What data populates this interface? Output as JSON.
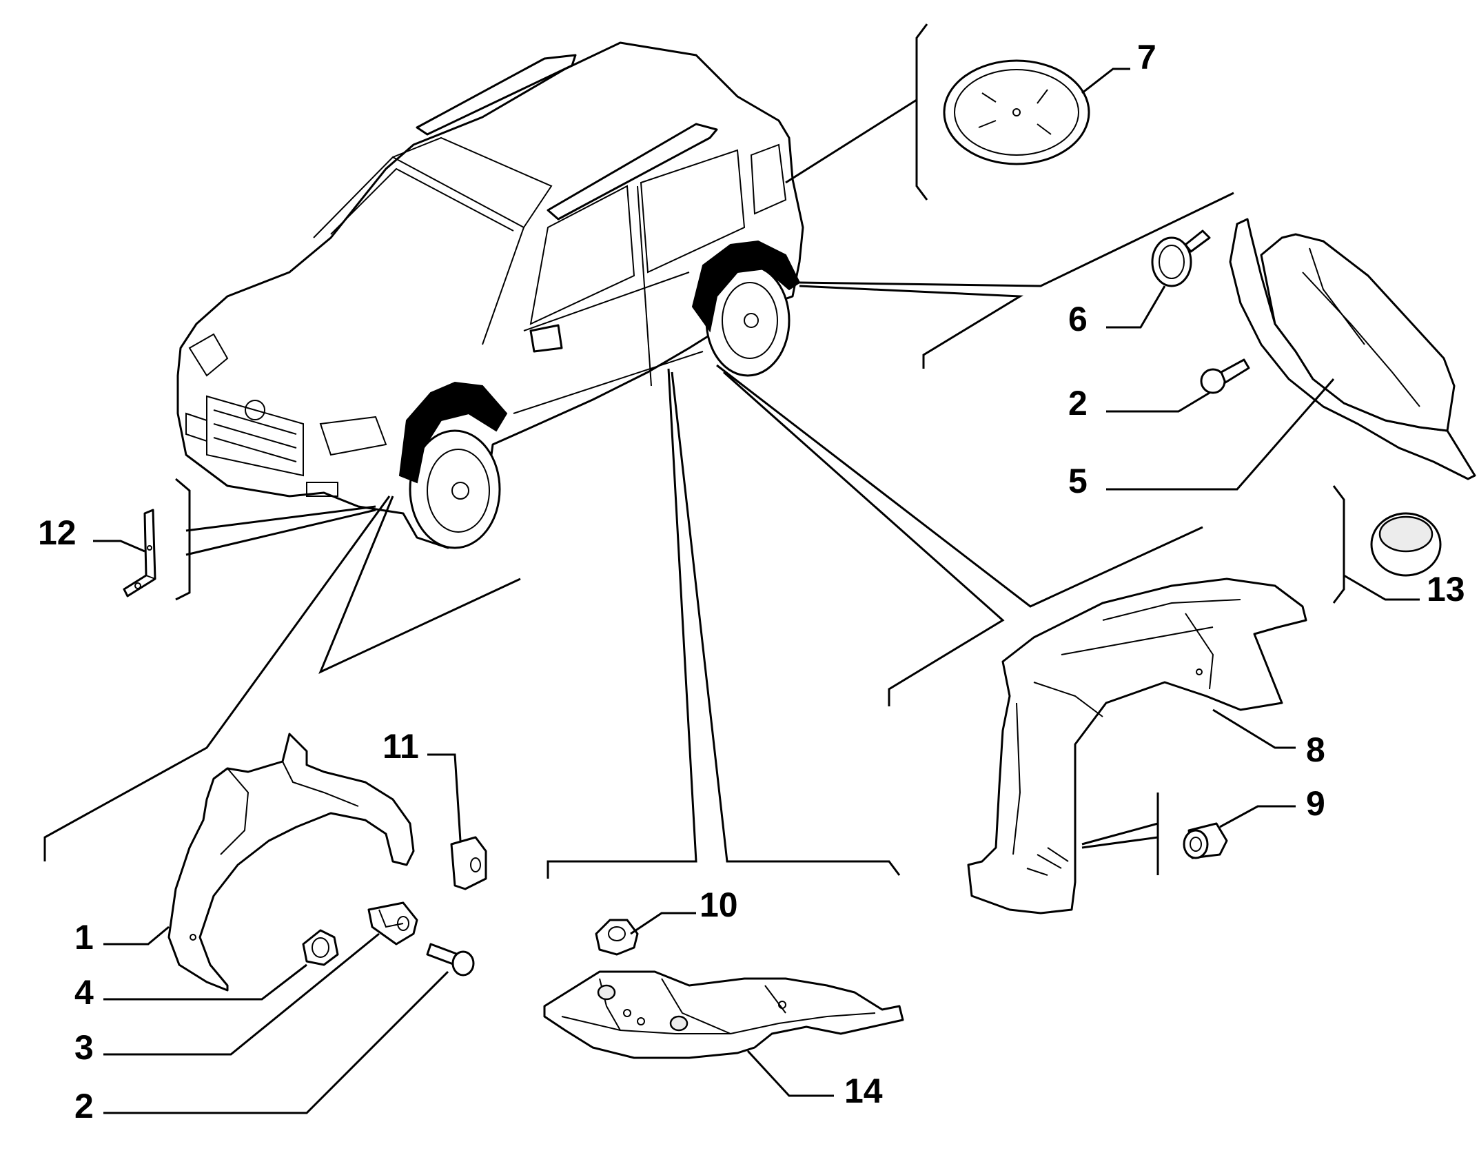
{
  "diagram": {
    "callouts": [
      {
        "id": "c7",
        "part": "wheel-arch-cap",
        "label": "7"
      },
      {
        "id": "c6",
        "part": "push-clip",
        "label": "6"
      },
      {
        "id": "c2a",
        "part": "screw-rear",
        "label": "2"
      },
      {
        "id": "c5",
        "part": "rear-wheelhouse-liner-small",
        "label": "5"
      },
      {
        "id": "c12",
        "part": "bracket",
        "label": "12"
      },
      {
        "id": "c13",
        "part": "round-plug",
        "label": "13"
      },
      {
        "id": "c8",
        "part": "rear-wheelhouse-liner",
        "label": "8"
      },
      {
        "id": "c9",
        "part": "rivet-nut",
        "label": "9"
      },
      {
        "id": "c11",
        "part": "speed-clip",
        "label": "11"
      },
      {
        "id": "c10",
        "part": "hex-nut",
        "label": "10"
      },
      {
        "id": "c1",
        "part": "front-wheelhouse-liner",
        "label": "1"
      },
      {
        "id": "c4",
        "part": "nut",
        "label": "4"
      },
      {
        "id": "c3",
        "part": "clip-nut",
        "label": "3"
      },
      {
        "id": "c2b",
        "part": "screw-front",
        "label": "2"
      },
      {
        "id": "c14",
        "part": "underbody-shield",
        "label": "14"
      }
    ]
  }
}
